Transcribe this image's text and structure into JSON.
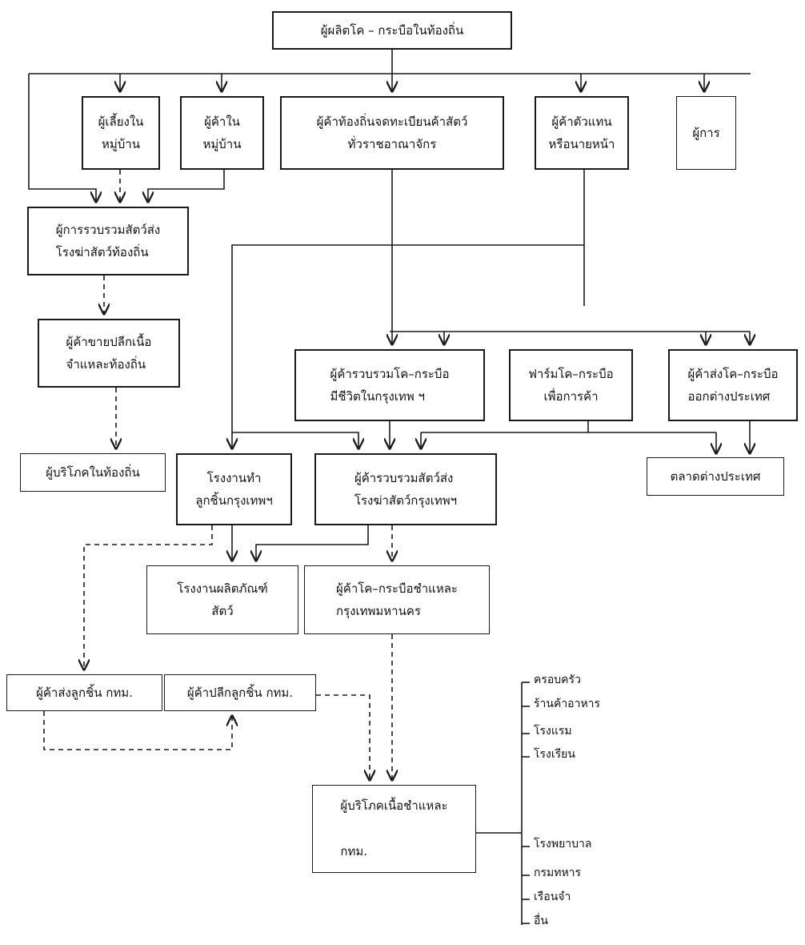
{
  "nodes": {
    "local_producers": "ผู้ผลิตโค – กระบือในท้องถิ่น",
    "village_raiser": "ผู้เลี้ยงใน\nหมู่บ้าน",
    "village_trader": "ผู้ค้าใน\nหมู่บ้าน",
    "registered_trader": "ผู้ค้าท้องถิ่นจดทะเบียนค้าสัตว์\nทั่วราชอาณาจักร",
    "agent_broker": "ผู้ค้าตัวแทน\nหรือนายหน้า",
    "other_trader": "ผู้การ",
    "local_collector": "ผู้การรวบรวมสัตว์ส่ง\nโรงฆ่าสัตว์ท้องถิ่น",
    "local_retail_meat": "ผู้ค้าขายปลีกเนื้อ\nจำแหละท้องถิ่น",
    "local_consumer": "ผู้บริโภคในท้องถิ่น",
    "bkk_live_collector": "ผู้ค้ารวบรวมโค–กระบือ\nมีชีวิตในกรุงเทพ ฯ",
    "commercial_farm": "ฟาร์มโค–กระบือ\nเพื่อการค้า",
    "exporter": "ผู้ค้าส่งโค–กระบือ\nออกต่างประเทศ",
    "meatball_factory": "โรงงานทำ\nลูกชิ้นกรุงเทพฯ",
    "bkk_slaughter_collector": "ผู้ค้ารวบรวมสัตว์ส่ง\nโรงฆ่าสัตว์กรุงเทพฯ",
    "foreign_market": "ตลาดต่างประเทศ",
    "byproduct_factory": "โรงงานผลิตภัณฑ์\nสัตว์",
    "bkk_butcher": "ผู้ค้าโค–กระบือชำแหละ\nกรุงเทพมหานคร",
    "meatball_wholesale": "ผู้ค้าส่งลูกชิ้น กทม.",
    "meatball_retail": "ผู้ค้าปลีกลูกชิ้น กทม.",
    "bkk_meat_consumer": "ผู้บริโภคเนื้อชำแหละ\n\nกทม."
  },
  "end_consumers": [
    "ครอบครัว",
    "ร้านค้าอาหาร",
    "โรงแรม",
    "โรงเรียน",
    "โรงพยาบาล",
    "กรมทหาร",
    "เรือนจำ",
    "อื่น"
  ],
  "colors": {
    "line": "#1a1a1a",
    "box_border": "#1a1a1a",
    "background": "#ffffff"
  }
}
